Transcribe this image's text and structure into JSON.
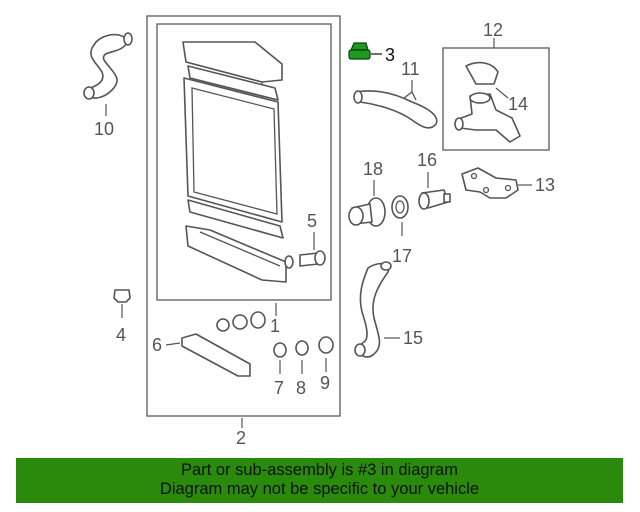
{
  "callouts": {
    "c1": "1",
    "c2": "2",
    "c3": "3",
    "c4": "4",
    "c5": "5",
    "c6": "6",
    "c7": "7",
    "c8": "8",
    "c9": "9",
    "c10": "10",
    "c11": "11",
    "c12": "12",
    "c13": "13",
    "c14": "14",
    "c15": "15",
    "c16": "16",
    "c17": "17",
    "c18": "18"
  },
  "highlighted_part": "3",
  "colors": {
    "highlight_part": "#1f9a1f",
    "banner_background": "#2a8a0c",
    "line_art": "#555555"
  },
  "banner": {
    "line1": "Part or sub-assembly is #3 in diagram",
    "line2": "Diagram may not be specific to your vehicle"
  }
}
